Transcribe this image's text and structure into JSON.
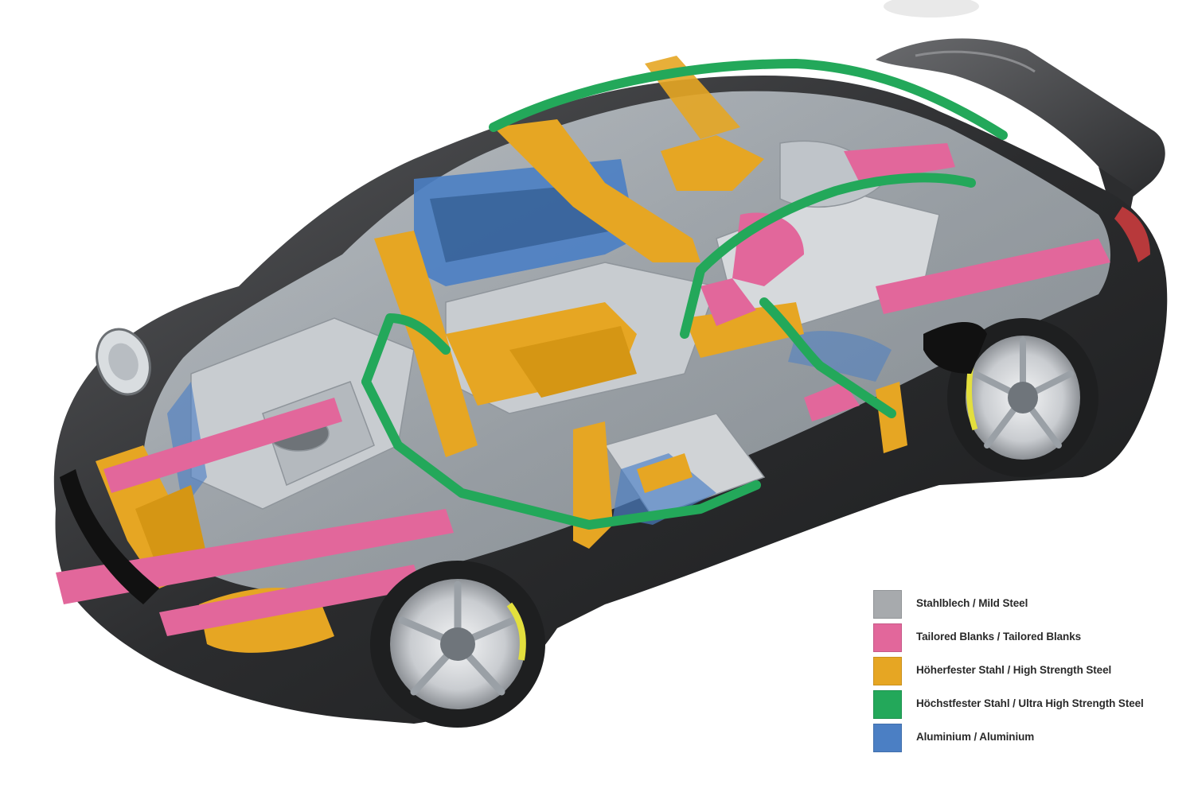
{
  "figure": {
    "subject": "car-body-structure-cutaway",
    "legend": [
      {
        "label": "Stahlblech / Mild Steel",
        "color": "#a7aaad"
      },
      {
        "label": "Tailored Blanks / Tailored Blanks",
        "color": "#e2679b"
      },
      {
        "label": "Höherfester Stahl / High Strength Steel",
        "color": "#e6a623"
      },
      {
        "label": "Höchstfester Stahl / Ultra High Strength Steel",
        "color": "#23a85a"
      },
      {
        "label": "Aluminium / Aluminium",
        "color": "#4b7fc4"
      }
    ]
  }
}
